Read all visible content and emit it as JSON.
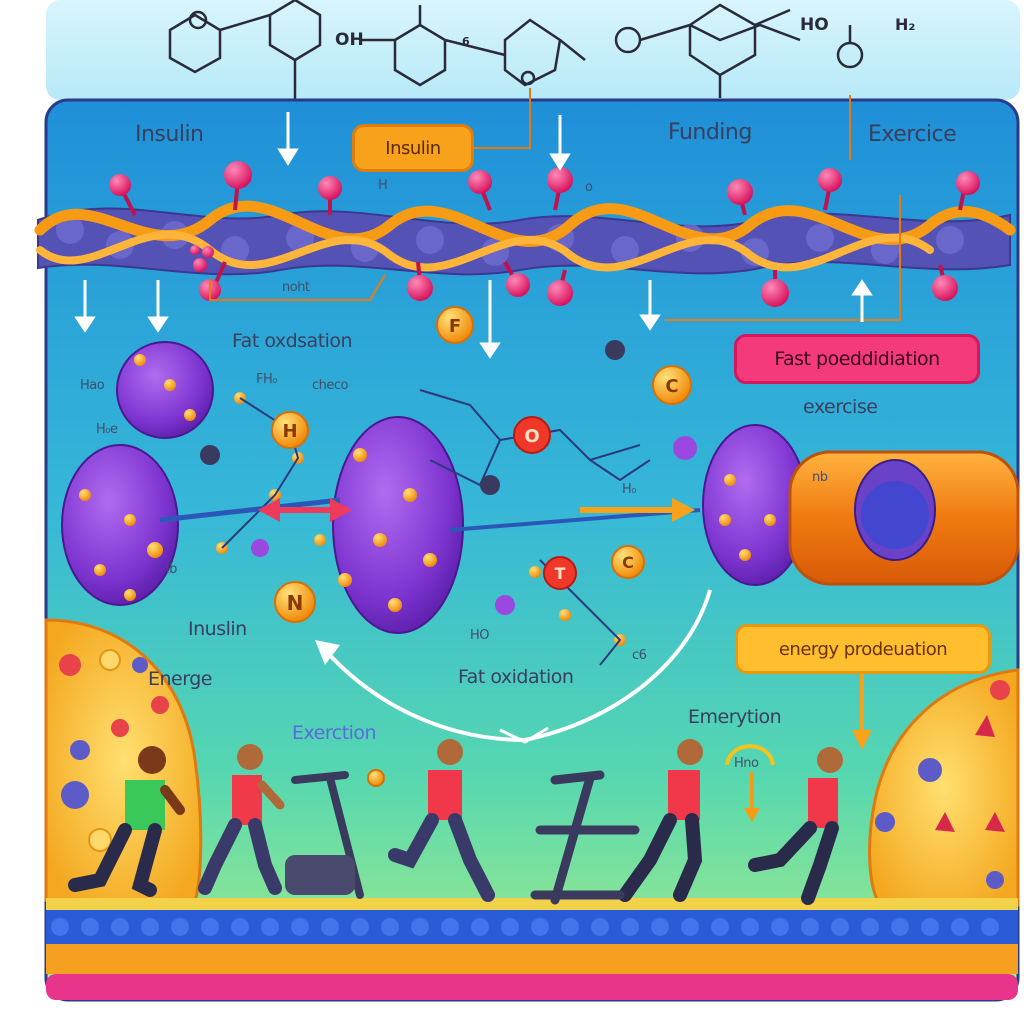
{
  "top_labels": {
    "oh": "OH",
    "h2": "H₂",
    "ho": "HO",
    "six": "6"
  },
  "labels": {
    "insulin_top": "Insulin",
    "insulin_pill": "Insulin",
    "funding": "Funding",
    "exercise_top": "Exercice",
    "h_small": "H",
    "o_small": "o",
    "noht": "noht",
    "fat_oxidation_top": "Fat oxdsation",
    "fast_pill": "Fast poeddidiation",
    "exercise_mid": "exercise",
    "hao": "Hao",
    "fh": "FH₀",
    "checo": "chеco",
    "he_small": "H₀e",
    "nb": "nb",
    "hr": "H₀",
    "nb2": "nb",
    "insulin_mid": "Inuslin",
    "fat_oxidation_bottom": "Fat oxidation",
    "energe": "Energe",
    "energy_pill": "energy prodeuation",
    "exerction": "Exerction",
    "emerytion": "Emerytion",
    "ho_small": "HO",
    "c_small": "c6",
    "i_small": "H",
    "hho": "H₀",
    "ib": "lb",
    "hoo_round": "Hno"
  },
  "atoms": {
    "f": "F",
    "h": "H",
    "o": "O",
    "c1": "C",
    "n": "N",
    "t": "T",
    "c2": "C"
  },
  "colors": {
    "sky_top": "#c9f0fb",
    "bg_blue": "#2fa8e0",
    "bg_teal": "#3fd0c8",
    "bg_green": "#8ee89a",
    "helix_orange": "#f7a21a",
    "protein_blue": "#5a58b8",
    "pink_node": "#f02a7c",
    "purple_cell": "#8b3fd6",
    "fat_yellow": "#ffcf3e",
    "floor_blue": "#2a5cd8",
    "floor_orange": "#f5a020",
    "floor_pink": "#e8348a"
  }
}
